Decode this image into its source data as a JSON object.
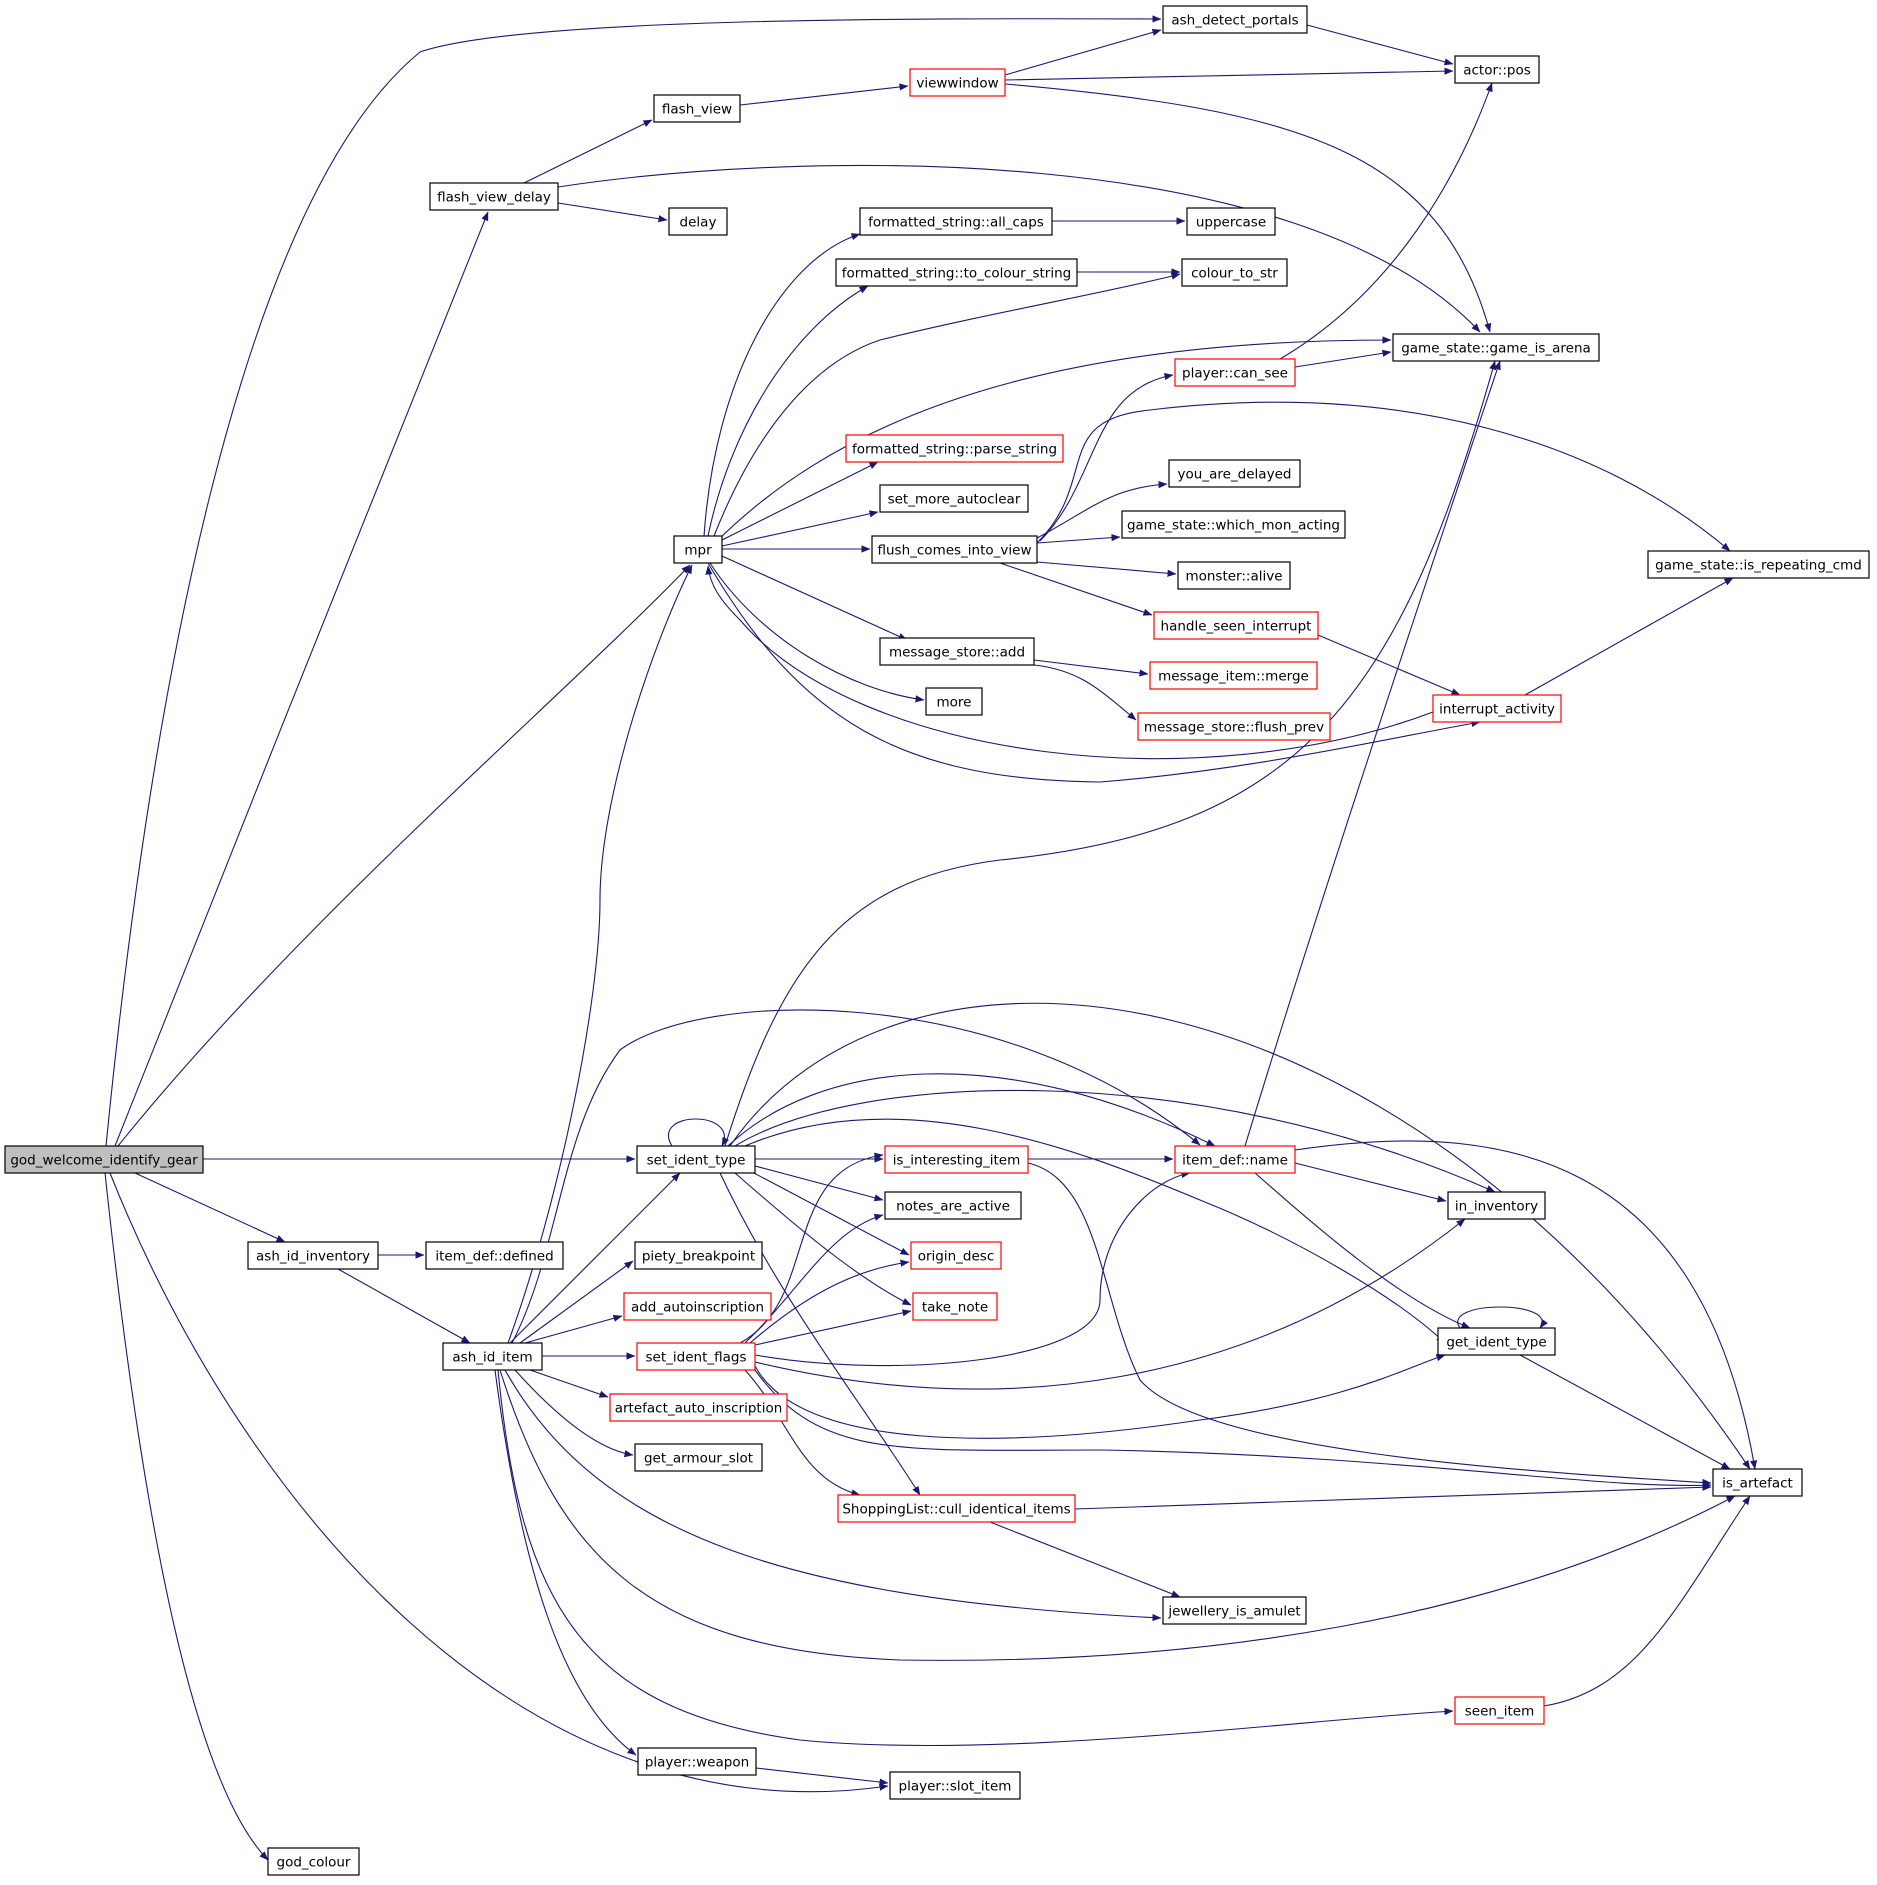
{
  "colors": {
    "edge": "#191970",
    "node_border": "#000000",
    "node_border_truncated": "#ff0000",
    "root_fill": "#bfbfbf",
    "background": "#ffffff"
  },
  "nodes": [
    {
      "id": "god_welcome_identify_gear",
      "label": "god_welcome_identify_gear",
      "style": "root"
    },
    {
      "id": "ash_detect_portals",
      "label": "ash_detect_portals",
      "style": "normal"
    },
    {
      "id": "actor_pos",
      "label": "actor::pos",
      "style": "normal"
    },
    {
      "id": "flash_view",
      "label": "flash_view",
      "style": "normal"
    },
    {
      "id": "viewwindow",
      "label": "viewwindow",
      "style": "red"
    },
    {
      "id": "flash_view_delay",
      "label": "flash_view_delay",
      "style": "normal"
    },
    {
      "id": "delay",
      "label": "delay",
      "style": "normal"
    },
    {
      "id": "fs_all_caps",
      "label": "formatted_string::all_caps",
      "style": "normal"
    },
    {
      "id": "uppercase",
      "label": "uppercase",
      "style": "normal"
    },
    {
      "id": "fs_to_colour_string",
      "label": "formatted_string::to_colour_string",
      "style": "normal"
    },
    {
      "id": "colour_to_str",
      "label": "colour_to_str",
      "style": "normal"
    },
    {
      "id": "game_is_arena",
      "label": "game_state::game_is_arena",
      "style": "normal"
    },
    {
      "id": "player_can_see",
      "label": "player::can_see",
      "style": "red"
    },
    {
      "id": "fs_parse_string",
      "label": "formatted_string::parse_string",
      "style": "red"
    },
    {
      "id": "you_are_delayed",
      "label": "you_are_delayed",
      "style": "normal"
    },
    {
      "id": "set_more_autoclear",
      "label": "set_more_autoclear",
      "style": "normal"
    },
    {
      "id": "which_mon_acting",
      "label": "game_state::which_mon_acting",
      "style": "normal"
    },
    {
      "id": "mpr",
      "label": "mpr",
      "style": "normal"
    },
    {
      "id": "flush_comes_into_view",
      "label": "flush_comes_into_view",
      "style": "normal"
    },
    {
      "id": "is_repeating_cmd",
      "label": "game_state::is_repeating_cmd",
      "style": "normal"
    },
    {
      "id": "monster_alive",
      "label": "monster::alive",
      "style": "normal"
    },
    {
      "id": "handle_seen_interrupt",
      "label": "handle_seen_interrupt",
      "style": "red"
    },
    {
      "id": "message_store_add",
      "label": "message_store::add",
      "style": "normal"
    },
    {
      "id": "message_item_merge",
      "label": "message_item::merge",
      "style": "red"
    },
    {
      "id": "more",
      "label": "more",
      "style": "normal"
    },
    {
      "id": "interrupt_activity",
      "label": "interrupt_activity",
      "style": "red"
    },
    {
      "id": "message_store_flush_prev",
      "label": "message_store::flush_prev",
      "style": "red"
    },
    {
      "id": "set_ident_type",
      "label": "set_ident_type",
      "style": "normal"
    },
    {
      "id": "is_interesting_item",
      "label": "is_interesting_item",
      "style": "red"
    },
    {
      "id": "item_def_name",
      "label": "item_def::name",
      "style": "red"
    },
    {
      "id": "notes_are_active",
      "label": "notes_are_active",
      "style": "normal"
    },
    {
      "id": "in_inventory",
      "label": "in_inventory",
      "style": "normal"
    },
    {
      "id": "ash_id_inventory",
      "label": "ash_id_inventory",
      "style": "normal"
    },
    {
      "id": "item_def_defined",
      "label": "item_def::defined",
      "style": "normal"
    },
    {
      "id": "piety_breakpoint",
      "label": "piety_breakpoint",
      "style": "normal"
    },
    {
      "id": "origin_desc",
      "label": "origin_desc",
      "style": "red"
    },
    {
      "id": "add_autoinscription",
      "label": "add_autoinscription",
      "style": "red"
    },
    {
      "id": "take_note",
      "label": "take_note",
      "style": "red"
    },
    {
      "id": "ash_id_item",
      "label": "ash_id_item",
      "style": "normal"
    },
    {
      "id": "set_ident_flags",
      "label": "set_ident_flags",
      "style": "red"
    },
    {
      "id": "get_ident_type",
      "label": "get_ident_type",
      "style": "normal"
    },
    {
      "id": "artefact_auto_inscription",
      "label": "artefact_auto_inscription",
      "style": "red"
    },
    {
      "id": "get_armour_slot",
      "label": "get_armour_slot",
      "style": "normal"
    },
    {
      "id": "is_artefact",
      "label": "is_artefact",
      "style": "normal"
    },
    {
      "id": "cull_identical_items",
      "label": "ShoppingList::cull_identical_items",
      "style": "red"
    },
    {
      "id": "jewellery_is_amulet",
      "label": "jewellery_is_amulet",
      "style": "normal"
    },
    {
      "id": "seen_item",
      "label": "seen_item",
      "style": "red"
    },
    {
      "id": "player_weapon",
      "label": "player::weapon",
      "style": "normal"
    },
    {
      "id": "player_slot_item",
      "label": "player::slot_item",
      "style": "normal"
    },
    {
      "id": "god_colour",
      "label": "god_colour",
      "style": "normal"
    }
  ],
  "edges": [
    [
      "god_welcome_identify_gear",
      "ash_detect_portals"
    ],
    [
      "god_welcome_identify_gear",
      "flash_view_delay"
    ],
    [
      "god_welcome_identify_gear",
      "mpr"
    ],
    [
      "god_welcome_identify_gear",
      "set_ident_type"
    ],
    [
      "god_welcome_identify_gear",
      "ash_id_inventory"
    ],
    [
      "god_welcome_identify_gear",
      "player_slot_item"
    ],
    [
      "god_welcome_identify_gear",
      "god_colour"
    ],
    [
      "ash_detect_portals",
      "actor_pos"
    ],
    [
      "flash_view_delay",
      "flash_view"
    ],
    [
      "flash_view_delay",
      "delay"
    ],
    [
      "flash_view_delay",
      "game_is_arena"
    ],
    [
      "flash_view",
      "viewwindow"
    ],
    [
      "viewwindow",
      "ash_detect_portals"
    ],
    [
      "viewwindow",
      "actor_pos"
    ],
    [
      "viewwindow",
      "game_is_arena"
    ],
    [
      "mpr",
      "fs_all_caps"
    ],
    [
      "mpr",
      "fs_to_colour_string"
    ],
    [
      "mpr",
      "colour_to_str"
    ],
    [
      "mpr",
      "game_is_arena"
    ],
    [
      "mpr",
      "fs_parse_string"
    ],
    [
      "mpr",
      "set_more_autoclear"
    ],
    [
      "mpr",
      "flush_comes_into_view"
    ],
    [
      "mpr",
      "message_store_add"
    ],
    [
      "mpr",
      "more"
    ],
    [
      "mpr",
      "interrupt_activity"
    ],
    [
      "fs_all_caps",
      "uppercase"
    ],
    [
      "fs_to_colour_string",
      "colour_to_str"
    ],
    [
      "player_can_see",
      "actor_pos"
    ],
    [
      "player_can_see",
      "game_is_arena"
    ],
    [
      "flush_comes_into_view",
      "player_can_see"
    ],
    [
      "flush_comes_into_view",
      "is_repeating_cmd"
    ],
    [
      "flush_comes_into_view",
      "you_are_delayed"
    ],
    [
      "flush_comes_into_view",
      "which_mon_acting"
    ],
    [
      "flush_comes_into_view",
      "monster_alive"
    ],
    [
      "flush_comes_into_view",
      "handle_seen_interrupt"
    ],
    [
      "handle_seen_interrupt",
      "interrupt_activity"
    ],
    [
      "interrupt_activity",
      "is_repeating_cmd"
    ],
    [
      "interrupt_activity",
      "mpr"
    ],
    [
      "message_store_add",
      "message_item_merge"
    ],
    [
      "message_store_add",
      "message_store_flush_prev"
    ],
    [
      "set_ident_type",
      "set_ident_type"
    ],
    [
      "set_ident_type",
      "game_is_arena"
    ],
    [
      "set_ident_type",
      "is_interesting_item"
    ],
    [
      "set_ident_type",
      "item_def_name"
    ],
    [
      "set_ident_type",
      "in_inventory"
    ],
    [
      "set_ident_type",
      "get_ident_type"
    ],
    [
      "set_ident_type",
      "is_artefact"
    ],
    [
      "set_ident_type",
      "notes_are_active"
    ],
    [
      "set_ident_type",
      "origin_desc"
    ],
    [
      "set_ident_type",
      "take_note"
    ],
    [
      "set_ident_type",
      "cull_identical_items"
    ],
    [
      "is_interesting_item",
      "item_def_name"
    ],
    [
      "is_interesting_item",
      "is_artefact"
    ],
    [
      "item_def_name",
      "game_is_arena"
    ],
    [
      "item_def_name",
      "in_inventory"
    ],
    [
      "item_def_name",
      "get_ident_type"
    ],
    [
      "item_def_name",
      "is_artefact"
    ],
    [
      "get_ident_type",
      "get_ident_type"
    ],
    [
      "get_ident_type",
      "is_artefact"
    ],
    [
      "ash_id_inventory",
      "item_def_defined"
    ],
    [
      "ash_id_inventory",
      "ash_id_item"
    ],
    [
      "ash_id_item",
      "mpr"
    ],
    [
      "ash_id_item",
      "item_def_name"
    ],
    [
      "ash_id_item",
      "set_ident_type"
    ],
    [
      "ash_id_item",
      "piety_breakpoint"
    ],
    [
      "ash_id_item",
      "add_autoinscription"
    ],
    [
      "ash_id_item",
      "set_ident_flags"
    ],
    [
      "ash_id_item",
      "artefact_auto_inscription"
    ],
    [
      "ash_id_item",
      "get_armour_slot"
    ],
    [
      "ash_id_item",
      "jewellery_is_amulet"
    ],
    [
      "ash_id_item",
      "is_artefact"
    ],
    [
      "ash_id_item",
      "seen_item"
    ],
    [
      "ash_id_item",
      "player_weapon"
    ],
    [
      "set_ident_flags",
      "is_interesting_item"
    ],
    [
      "set_ident_flags",
      "item_def_name"
    ],
    [
      "set_ident_flags",
      "notes_are_active"
    ],
    [
      "set_ident_flags",
      "origin_desc"
    ],
    [
      "set_ident_flags",
      "take_note"
    ],
    [
      "set_ident_flags",
      "in_inventory"
    ],
    [
      "set_ident_flags",
      "get_ident_type"
    ],
    [
      "set_ident_flags",
      "is_artefact"
    ],
    [
      "set_ident_flags",
      "cull_identical_items"
    ],
    [
      "cull_identical_items",
      "is_artefact"
    ],
    [
      "cull_identical_items",
      "jewellery_is_amulet"
    ],
    [
      "seen_item",
      "is_artefact"
    ],
    [
      "player_weapon",
      "player_slot_item"
    ]
  ]
}
